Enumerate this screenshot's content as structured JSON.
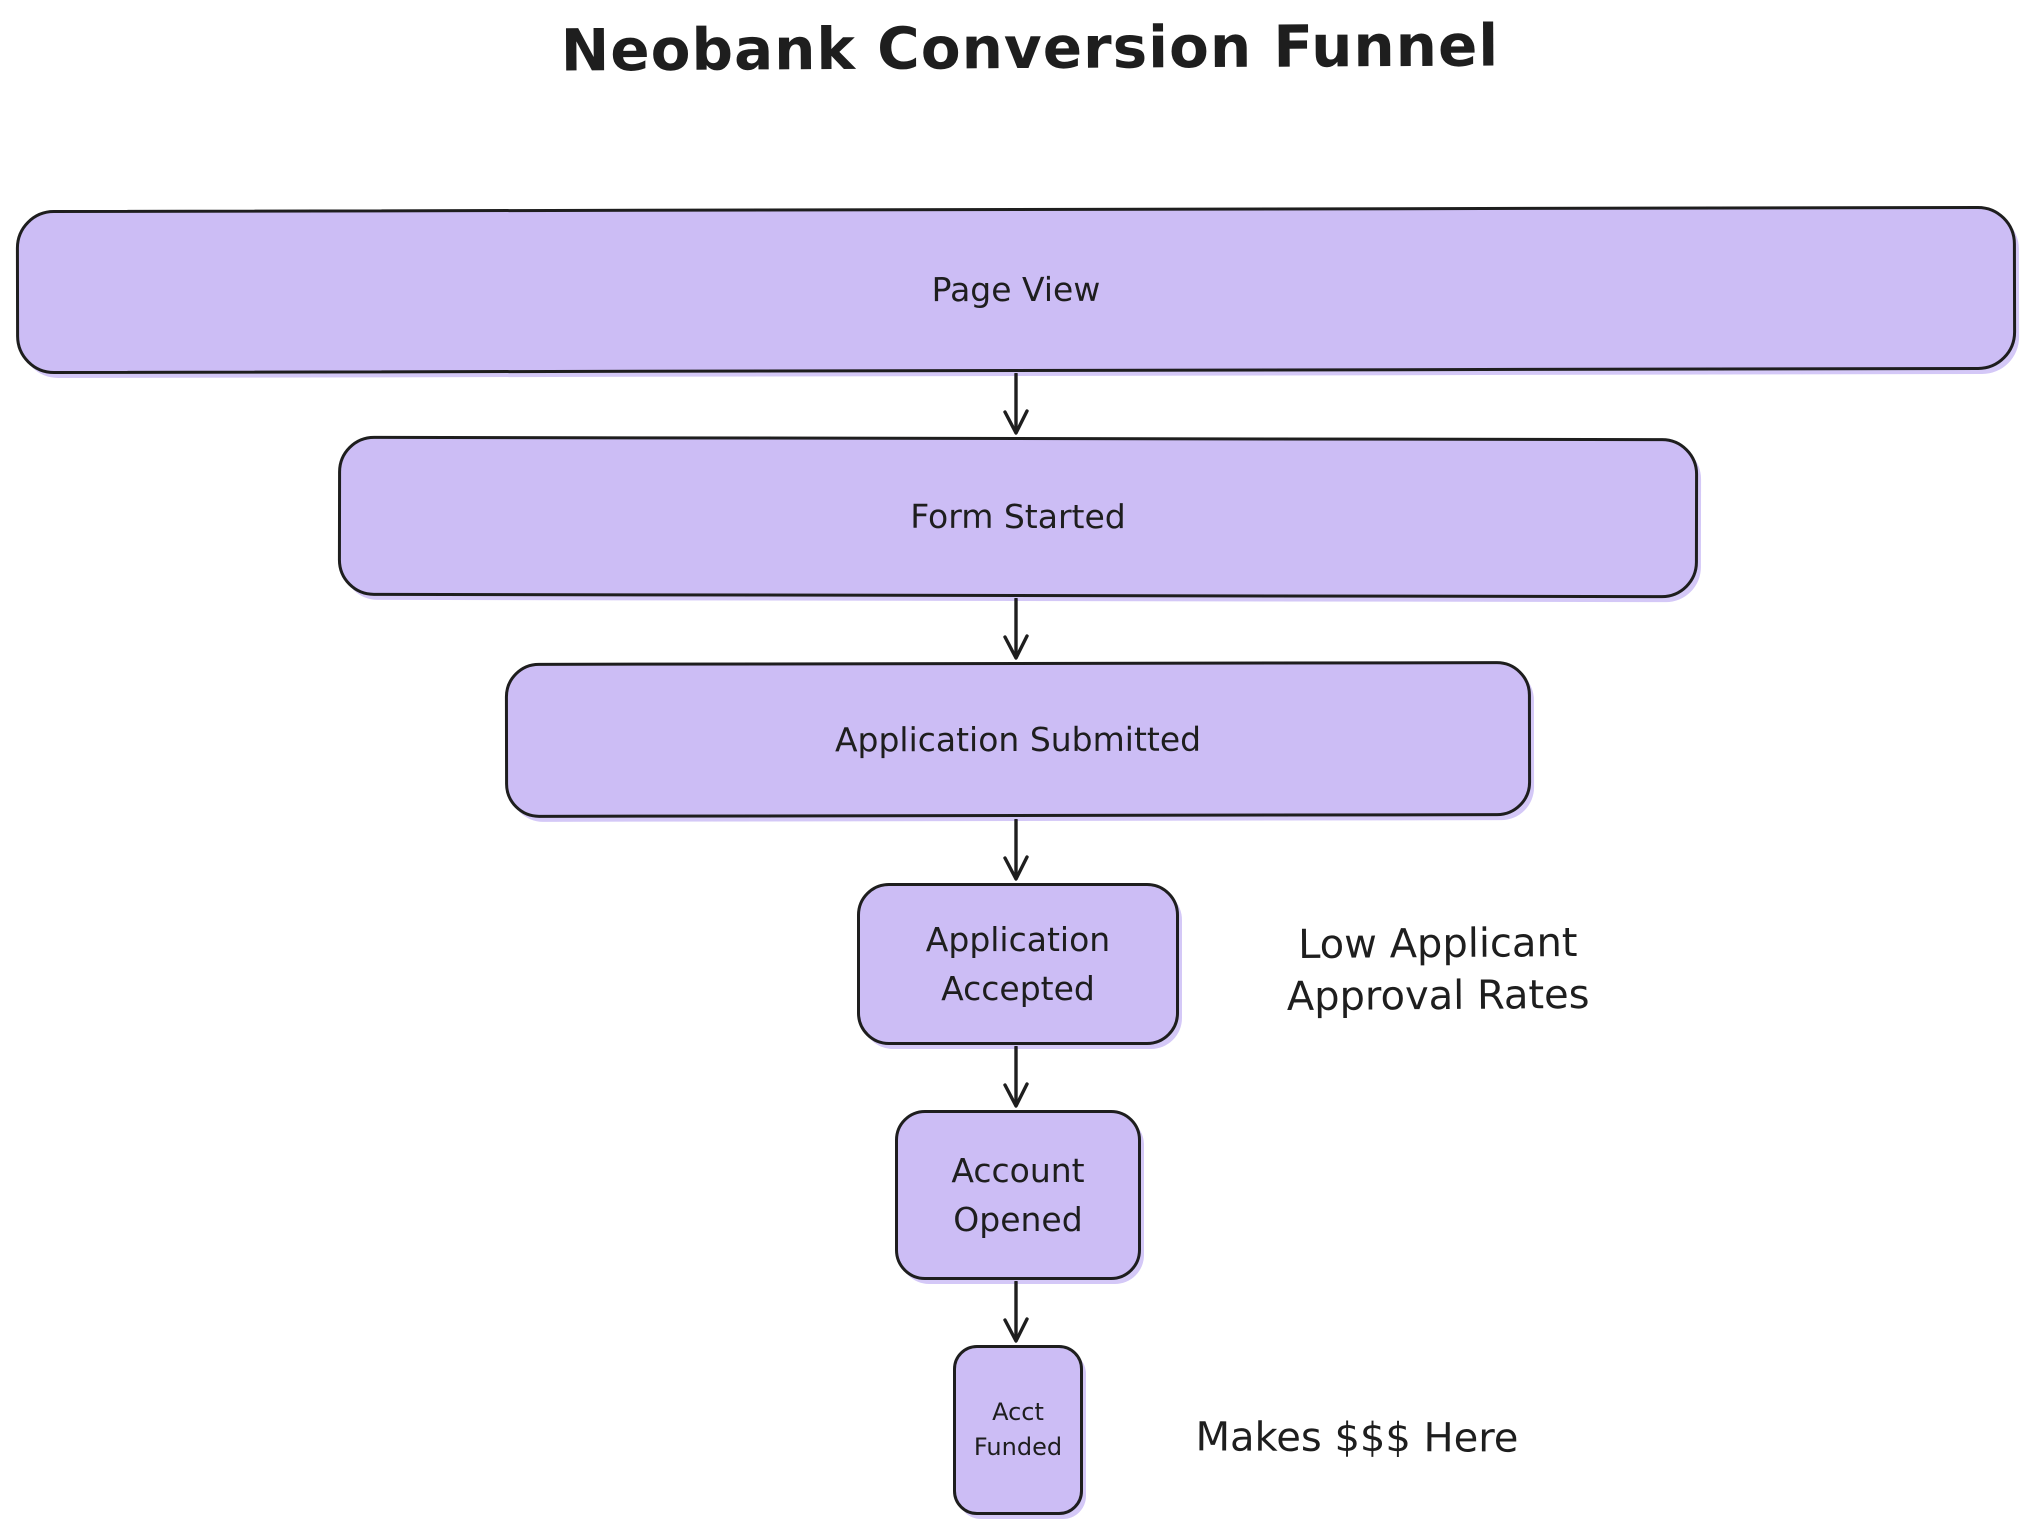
{
  "title": "Neobank Conversion Funnel",
  "stages": [
    {
      "label": "Page View"
    },
    {
      "label": "Form Started"
    },
    {
      "label": "Application Submitted"
    },
    {
      "label": "Application Accepted"
    },
    {
      "label": "Account Opened"
    },
    {
      "label": "Acct Funded"
    }
  ],
  "annotations": [
    {
      "text": "Low Applicant Approval Rates"
    },
    {
      "text": "Makes $$$ Here"
    }
  ],
  "colors": {
    "box_fill": "#ccbdf5",
    "stroke": "#1e1e1e",
    "background": "#ffffff"
  }
}
